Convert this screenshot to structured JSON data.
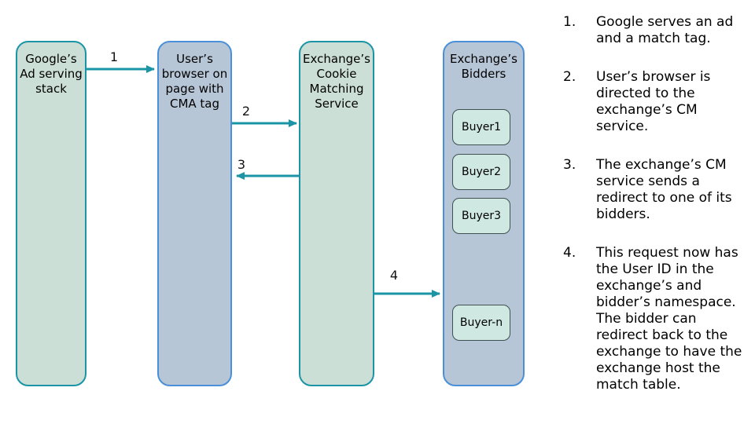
{
  "colors": {
    "teal": "#1b95a5",
    "greenFill": "#cbdfd6",
    "blueFill": "#b7c6d7",
    "blueBorder": "#4a90d8",
    "buyerFill": "#cfe8e2",
    "buyerBorder": "#415051",
    "text": "#000000"
  },
  "diagram": {
    "columns": [
      {
        "label": "Google’s\nAd serving\nstack"
      },
      {
        "label": "User’s\nbrowser on\npage with\nCMA tag"
      },
      {
        "label": "Exchange’s\nCookie\nMatching\nService"
      },
      {
        "label": "Exchange’s\nBidders"
      }
    ],
    "bidders": [
      {
        "label": "Buyer1"
      },
      {
        "label": "Buyer2"
      },
      {
        "label": "Buyer3"
      },
      {
        "label": "Buyer-n"
      }
    ],
    "arrows": [
      {
        "label": "1"
      },
      {
        "label": "2"
      },
      {
        "label": "3"
      },
      {
        "label": "4"
      }
    ]
  },
  "steps": {
    "items": [
      {
        "num": "1.",
        "text": "Google serves an ad and a match tag."
      },
      {
        "num": "2.",
        "text": "User’s browser is directed to the exchange’s CM service."
      },
      {
        "num": "3.",
        "text": "The exchange’s CM service sends a redirect to one of its bidders."
      },
      {
        "num": "4.",
        "text": "This request now has the User ID in the exchange’s and bidder’s namespace. The bidder can redirect back to the exchange to have the exchange host the match table."
      }
    ]
  }
}
